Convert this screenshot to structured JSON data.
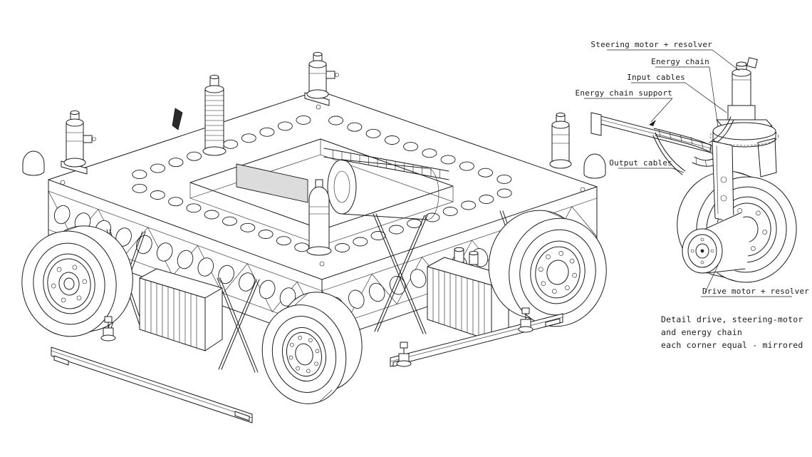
{
  "page": {
    "background": "#ffffff",
    "ink": "#1c1c1c"
  },
  "detail_labels": {
    "steering_motor": "Steering motor + resolver",
    "energy_chain": "Energy chain",
    "input_cables": "Input cables",
    "energy_chain_support": "Energy chain support",
    "output_cables": "Output cables",
    "drive_motor": "Drive motor + resolver"
  },
  "caption": {
    "line1": "Detail drive, steering-motor",
    "line2": "and energy chain",
    "line3": "each corner equal - mirrored"
  }
}
